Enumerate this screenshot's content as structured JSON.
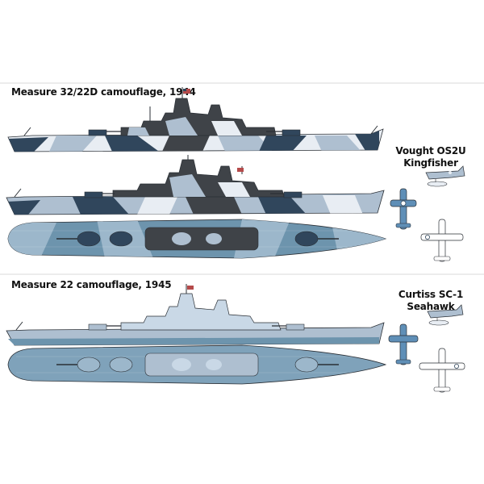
{
  "section_1": {
    "caption": "Measure 32/22D camouflage, 1944",
    "aircraft_caption_line1": "Vought OS2U",
    "aircraft_caption_line2": "Kingfisher"
  },
  "section_2": {
    "caption": "Measure 22 camouflage, 1945",
    "aircraft_caption_line1": "Curtiss SC-1",
    "aircraft_caption_line2": "Seahawk"
  },
  "colors": {
    "haze_gray": "#aebfd0",
    "light_blue": "#c9d8e6",
    "deck_blue": "#6d94ad",
    "navy_blue": "#30465c",
    "dark_gray": "#3f4348",
    "hull_white": "#e8edf3",
    "aircraft_blue": "#5f8fb7",
    "outline": "#2a2f35"
  }
}
